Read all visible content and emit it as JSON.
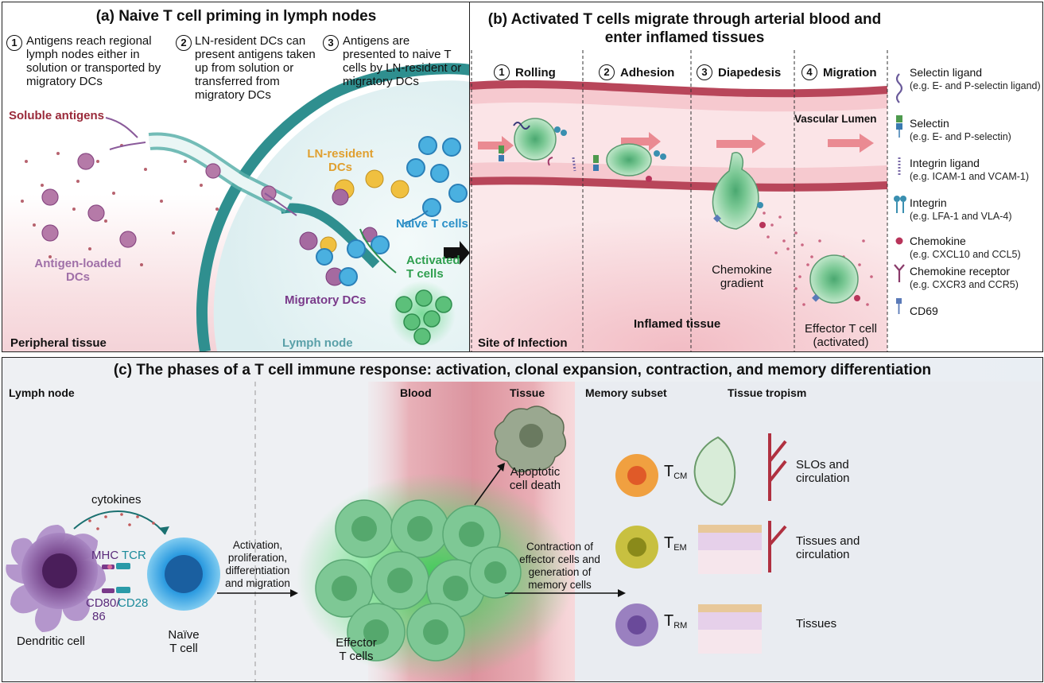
{
  "panel_a": {
    "title": "(a) Naive T cell priming in lymph nodes",
    "steps": [
      {
        "num": "1",
        "text": "Antigens reach regional lymph nodes either in solution or transported by migratory DCs"
      },
      {
        "num": "2",
        "text": "LN-resident DCs can present antigens taken up from solution or transferred from migratory DCs"
      },
      {
        "num": "3",
        "text": "Antigens are presented to naive T cells by LN-resident or migratory DCs"
      }
    ],
    "labels": {
      "soluble_antigens": "Soluble antigens",
      "antigen_loaded_dcs": "Antigen-loaded DCs",
      "ln_resident_dcs": "LN-resident DCs",
      "naive_t_cells": "Naive T cells",
      "activated_t_cells": "Activated T cells",
      "migratory_dcs": "Migratory DCs",
      "peripheral_tissue": "Peripheral tissue",
      "lymph_node": "Lymph node"
    }
  },
  "panel_b": {
    "title": "(b) Activated T cells migrate through arterial blood and enter inflamed tissues",
    "steps": [
      {
        "num": "1",
        "label": "Rolling"
      },
      {
        "num": "2",
        "label": "Adhesion"
      },
      {
        "num": "3",
        "label": "Diapedesis"
      },
      {
        "num": "4",
        "label": "Migration"
      }
    ],
    "labels": {
      "vascular_lumen": "Vascular Lumen",
      "chemokine_gradient": "Chemokine gradient",
      "inflamed_tissue": "Inflamed tissue",
      "site_of_infection": "Site of Infection",
      "effector_t_cell": "Effector T cell",
      "activated": "(activated)"
    },
    "legend": [
      {
        "name": "Selectin ligand",
        "example": "(e.g. E- and P-selectin ligand)",
        "icon": "selectin-ligand-icon",
        "color": "#6a5a9a"
      },
      {
        "name": "Selectin",
        "example": "(e.g. E- and P-selectin)",
        "icon": "selectin-icon",
        "color": "#4e9a4e"
      },
      {
        "name": "Integrin ligand",
        "example": "(e.g. ICAM-1 and VCAM-1)",
        "icon": "integrin-ligand-icon",
        "color": "#7a6aa8"
      },
      {
        "name": "Integrin",
        "example": "(e.g. LFA-1 and VLA-4)",
        "icon": "integrin-icon",
        "color": "#3a8fb0"
      },
      {
        "name": "Chemokine",
        "example": "(e.g. CXCL10 and CCL5)",
        "icon": "chemokine-icon",
        "color": "#b8345a"
      },
      {
        "name": "Chemokine receptor",
        "example": "(e.g. CXCR3 and CCR5)",
        "icon": "chemokine-receptor-icon",
        "color": "#8a3a6a"
      },
      {
        "name": "CD69",
        "example": "",
        "icon": "cd69-icon",
        "color": "#5a7ab8"
      }
    ]
  },
  "panel_c": {
    "title": "(c) The phases of a T cell immune response: activation, clonal expansion, contraction, and memory differentiation",
    "sections": {
      "lymph_node": "Lymph node",
      "blood": "Blood",
      "tissue": "Tissue",
      "memory_subset": "Memory subset",
      "tissue_tropism": "Tissue tropism"
    },
    "labels": {
      "cytokines": "cytokines",
      "mhc": "MHC",
      "tcr": "TCR",
      "cd80": "CD80/",
      "cd80_86": "86",
      "cd28": "CD28",
      "dendritic_cell": "Dendritic cell",
      "naive_1": "Naïve",
      "naive_2": "T cell",
      "activation": "Activation, proliferation, differentiation and migration",
      "effector_1": "Effector",
      "effector_2": "T cells",
      "apoptotic_1": "Apoptotic",
      "apoptotic_2": "cell death",
      "contraction": "Contraction of effector cells and generation of memory cells"
    },
    "memory": [
      {
        "main": "T",
        "sub": "CM",
        "tropism": "SLOs and circulation",
        "color": "#f0a040"
      },
      {
        "main": "T",
        "sub": "EM",
        "tropism": "Tissues and circulation",
        "color": "#c8c040"
      },
      {
        "main": "T",
        "sub": "RM",
        "tropism": "Tissues",
        "color": "#9a80c0"
      }
    ]
  }
}
